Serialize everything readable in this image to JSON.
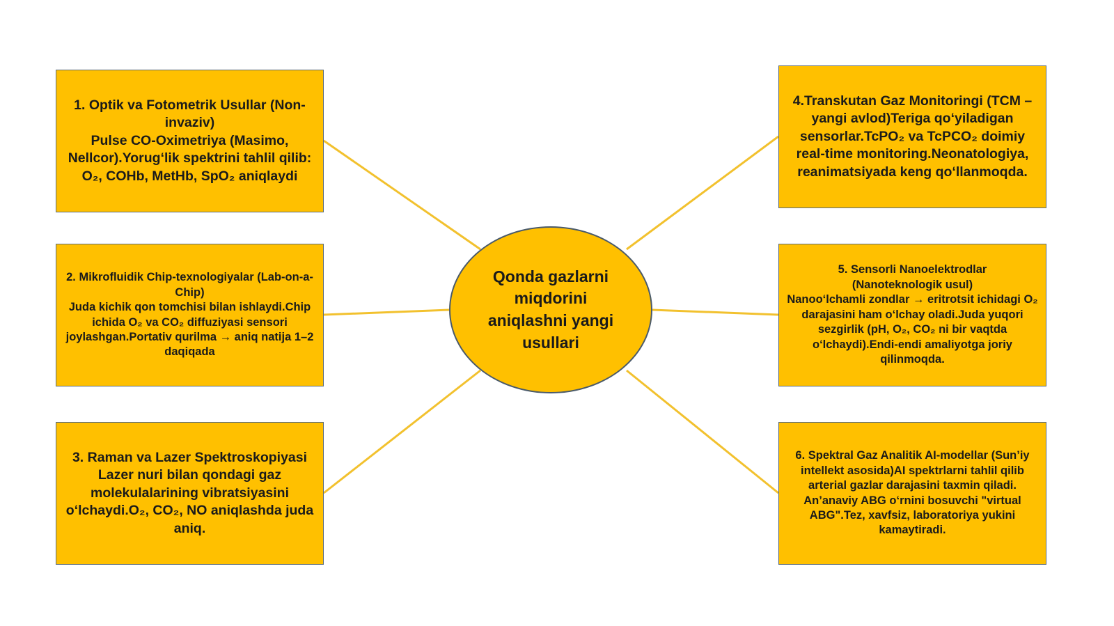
{
  "center": {
    "title": "Qonda gazlarni\nmiqdorini\naniqlashni yangi\nusullari"
  },
  "boxes": [
    {
      "text": "1. Optik va Fotometrik Usullar (Non-invaziv)\nPulse CO-Oximetriya (Masimo, Nellcor).Yorug‘lik spektrini tahlil qilib: O₂, COHb, MetHb, SpO₂ aniqlaydi"
    },
    {
      "text": "2. Mikrofluidik Chip-texnologiyalar (Lab-on-a-Chip)\nJuda kichik qon tomchisi bilan ishlaydi.Chip ichida O₂ va CO₂ diffuziyasi sensori joylashgan.Portativ qurilma → aniq natija 1–2 daqiqada"
    },
    {
      "text": "3. Raman va Lazer Spektroskopiyasi\nLazer nuri bilan qondagi gaz molekulalarining vibratsiyasini o‘lchaydi.O₂, CO₂, NO aniqlashda juda aniq."
    },
    {
      "text": "4.Transkutan Gaz Monitoringi (TCM – yangi avlod)Teriga qo‘yiladigan sensorlar.TcPO₂ va TcPCO₂ doimiy real-time monitoring.Neonatologiya, reanimatsiyada keng qo‘llanmoqda."
    },
    {
      "text": "5. Sensorli Nanoelektrodlar\n(Nanoteknologik usul)\nNanoo‘lchamli zondlar → eritrotsit ichidagi O₂ darajasini ham o‘lchay oladi.Juda yuqori sezgirlik (pH, O₂, CO₂ ni bir vaqtda o‘lchaydi).Endi-endi amaliyotga joriy qilinmoqda."
    },
    {
      "text": "6. Spektral Gaz Analitik AI-modellar (Sun’iy intellekt asosida)AI spektrlarni tahlil qilib arterial gazlar darajasini taxmin qiladi. An’anaviy ABG o‘rnini bosuvchi \"virtual ABG\".Tez, xavfsiz, laboratoriya yukini kamaytiradi."
    }
  ],
  "colors": {
    "box_fill": "#ffc000",
    "connector": "#f2c12e",
    "border": "#5a6b7a",
    "text": "#1a1a1a"
  }
}
